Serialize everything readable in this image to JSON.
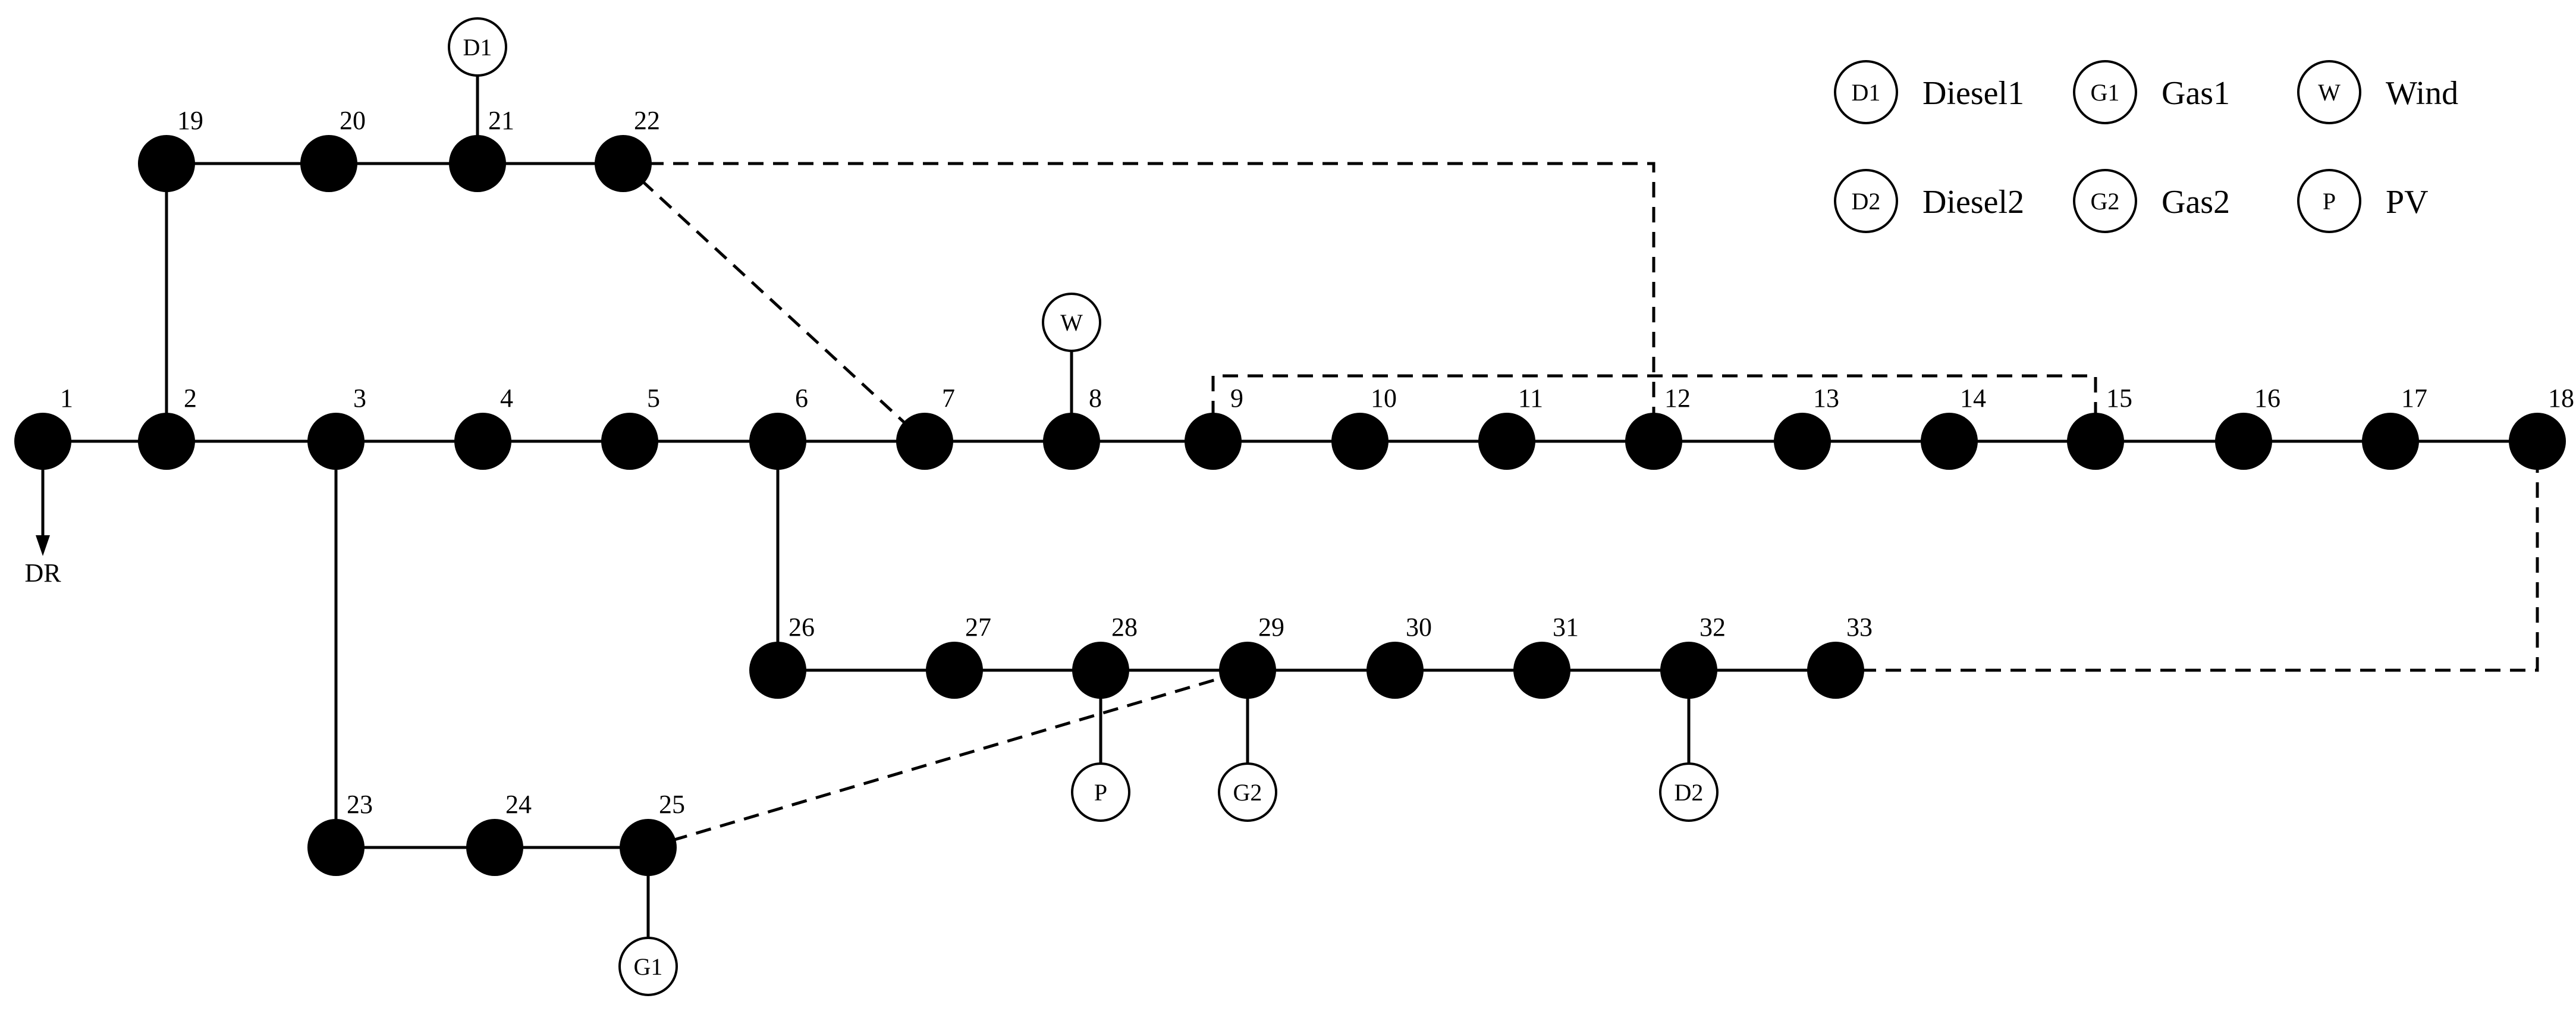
{
  "buses": [
    "1",
    "2",
    "3",
    "4",
    "5",
    "6",
    "7",
    "8",
    "9",
    "10",
    "11",
    "12",
    "13",
    "14",
    "15",
    "16",
    "17",
    "18",
    "19",
    "20",
    "21",
    "22",
    "23",
    "24",
    "25",
    "26",
    "27",
    "28",
    "29",
    "30",
    "31",
    "32",
    "33"
  ],
  "generators": [
    {
      "symbol": "D1",
      "bus": "21"
    },
    {
      "symbol": "W",
      "bus": "8"
    },
    {
      "symbol": "P",
      "bus": "28"
    },
    {
      "symbol": "G2",
      "bus": "29"
    },
    {
      "symbol": "D2",
      "bus": "32"
    },
    {
      "symbol": "G1",
      "bus": "25"
    }
  ],
  "load": {
    "label": "DR",
    "bus": "1"
  },
  "legend": [
    {
      "symbol": "D1",
      "label": "Diesel1"
    },
    {
      "symbol": "G1",
      "label": "Gas1"
    },
    {
      "symbol": "W",
      "label": "Wind"
    },
    {
      "symbol": "D2",
      "label": "Diesel2"
    },
    {
      "symbol": "G2",
      "label": "Gas2"
    },
    {
      "symbol": "P",
      "label": "PV"
    }
  ],
  "branches": [
    [
      "1",
      "2"
    ],
    [
      "2",
      "3"
    ],
    [
      "3",
      "4"
    ],
    [
      "4",
      "5"
    ],
    [
      "5",
      "6"
    ],
    [
      "6",
      "7"
    ],
    [
      "7",
      "8"
    ],
    [
      "8",
      "9"
    ],
    [
      "9",
      "10"
    ],
    [
      "10",
      "11"
    ],
    [
      "11",
      "12"
    ],
    [
      "12",
      "13"
    ],
    [
      "13",
      "14"
    ],
    [
      "14",
      "15"
    ],
    [
      "15",
      "16"
    ],
    [
      "16",
      "17"
    ],
    [
      "17",
      "18"
    ],
    [
      "2",
      "19"
    ],
    [
      "19",
      "20"
    ],
    [
      "20",
      "21"
    ],
    [
      "21",
      "22"
    ],
    [
      "3",
      "23"
    ],
    [
      "23",
      "24"
    ],
    [
      "24",
      "25"
    ],
    [
      "6",
      "26"
    ],
    [
      "26",
      "27"
    ],
    [
      "27",
      "28"
    ],
    [
      "28",
      "29"
    ],
    [
      "29",
      "30"
    ],
    [
      "30",
      "31"
    ],
    [
      "31",
      "32"
    ],
    [
      "32",
      "33"
    ]
  ],
  "tie_lines": [
    [
      "22",
      "7"
    ],
    [
      "9",
      "15"
    ],
    [
      "22",
      "12"
    ],
    [
      "25",
      "29"
    ],
    [
      "33",
      "18"
    ]
  ]
}
